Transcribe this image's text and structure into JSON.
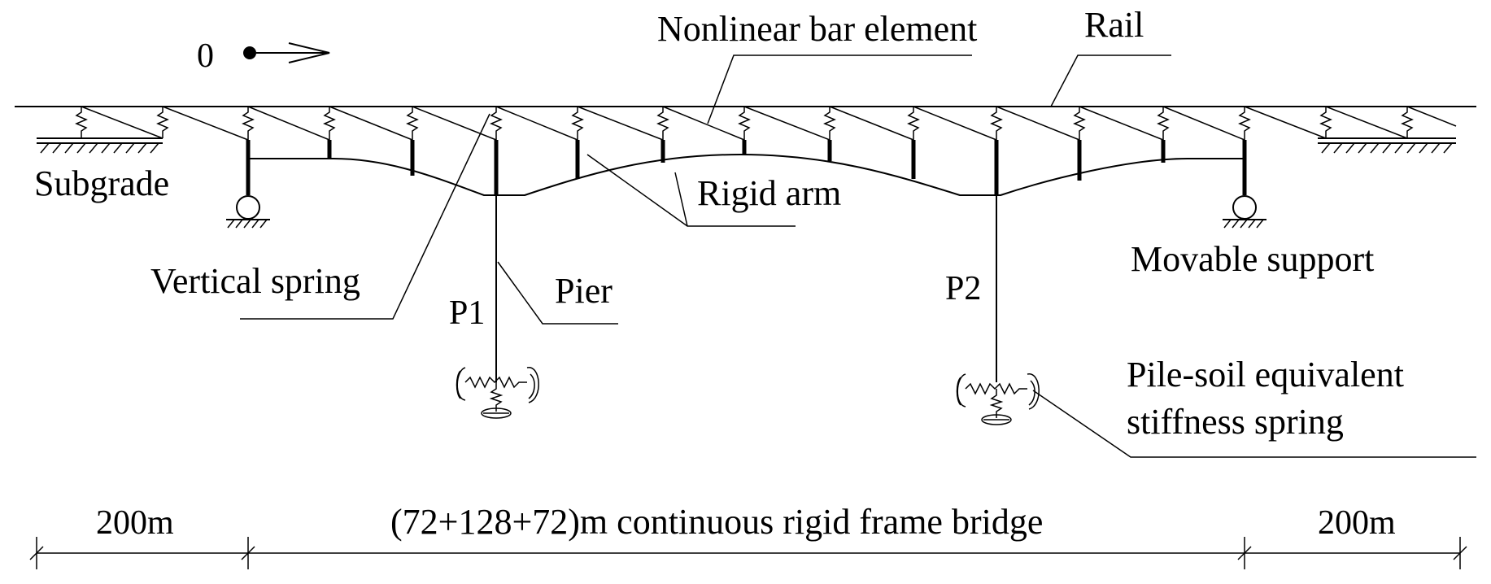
{
  "labels": {
    "direction_origin": "0",
    "nonlinear_bar": "Nonlinear bar element",
    "rail": "Rail",
    "subgrade": "Subgrade",
    "rigid_arm": "Rigid arm",
    "movable_support": "Movable support",
    "vertical_spring": "Vertical spring",
    "pier": "Pier",
    "pier_p1": "P1",
    "pier_p2": "P2",
    "pile_soil_line1": "Pile-soil equivalent",
    "pile_soil_line2": "stiffness spring"
  },
  "dimensions": {
    "left_span": "200m",
    "bridge_span": "(72+128+72)m continuous rigid frame bridge",
    "right_span": "200m"
  },
  "colors": {
    "ink": "#000000",
    "background": "#ffffff"
  }
}
